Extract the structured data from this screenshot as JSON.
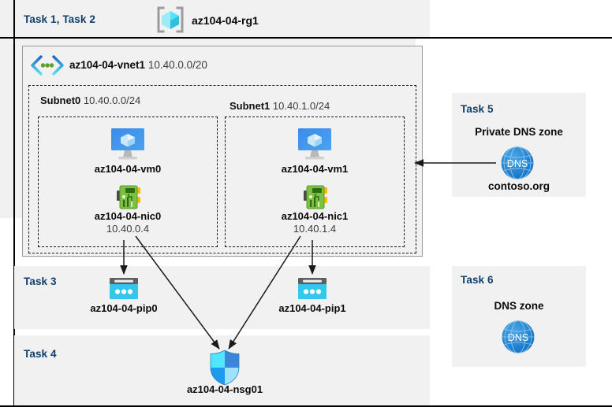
{
  "diagram": {
    "title_area": {
      "task_label": "Task 1, Task 2",
      "resource_group_name": "az104-04-rg1",
      "resource_group_icon": "resource-group-cube-icon"
    },
    "vnet": {
      "icon": "virtual-network-icon",
      "name": "az104-04-vnet1",
      "address_space": "10.40.0.0/20"
    },
    "subnets": [
      {
        "name": "Subnet0",
        "cidr": "10.40.0.0/24",
        "vm": {
          "icon": "virtual-machine-icon",
          "name": "az104-04-vm0"
        },
        "nic": {
          "icon": "network-interface-icon",
          "name": "az104-04-nic0",
          "ip": "10.40.0.4"
        }
      },
      {
        "name": "Subnet1",
        "cidr": "10.40.1.0/24",
        "vm": {
          "icon": "virtual-machine-icon",
          "name": "az104-04-vm1"
        },
        "nic": {
          "icon": "network-interface-icon",
          "name": "az104-04-nic1",
          "ip": "10.40.1.4"
        }
      }
    ],
    "task3": {
      "label": "Task 3",
      "public_ips": [
        {
          "icon": "public-ip-address-icon",
          "name": "az104-04-pip0"
        },
        {
          "icon": "public-ip-address-icon",
          "name": "az104-04-pip1"
        }
      ]
    },
    "task4": {
      "label": "Task 4",
      "nsg": {
        "icon": "network-security-group-shield-icon",
        "name": "az104-04-nsg01"
      }
    },
    "task5": {
      "label": "Task 5",
      "heading": "Private DNS zone",
      "icon": "dns-globe-icon",
      "icon_text": "DNS",
      "zone_name": "contoso.org"
    },
    "task6": {
      "label": "Task 6",
      "heading": "DNS zone",
      "icon": "dns-globe-icon",
      "icon_text": "DNS"
    },
    "colors": {
      "task_label": "#0f3f6b",
      "panel_bg": "#f1f1f1",
      "page_bg": "#ffffff",
      "azure_blue": "#0078d4",
      "dns_blue": "#1e7fd4",
      "nic_green": "#6bb12f",
      "pip_cyan": "#32c8ee",
      "arrow": "#1a1a1a"
    }
  }
}
